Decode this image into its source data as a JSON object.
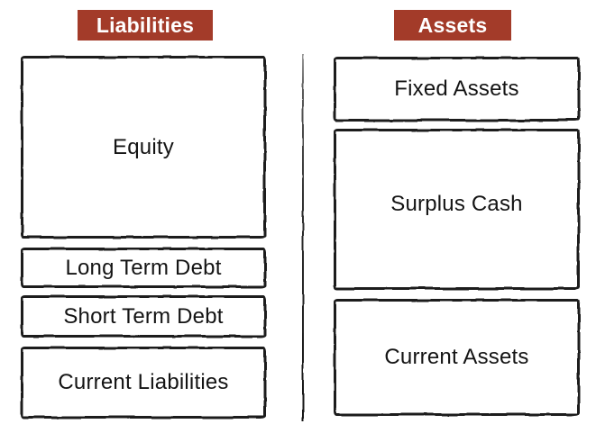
{
  "theme": {
    "canvas-bg": "#FFFFFF",
    "header-bg": "#A33B29",
    "header-text": "#FFFFFF",
    "ink": "#1B1B1B"
  },
  "diagram": {
    "liabilities": {
      "header": "Liabilities",
      "boxes": [
        {
          "label": "Equity"
        },
        {
          "label": "Long Term Debt"
        },
        {
          "label": "Short Term Debt"
        },
        {
          "label": "Current Liabilities"
        }
      ]
    },
    "assets": {
      "header": "Assets",
      "boxes": [
        {
          "label": "Fixed Assets"
        },
        {
          "label": "Surplus Cash"
        },
        {
          "label": "Current Assets"
        }
      ]
    }
  }
}
